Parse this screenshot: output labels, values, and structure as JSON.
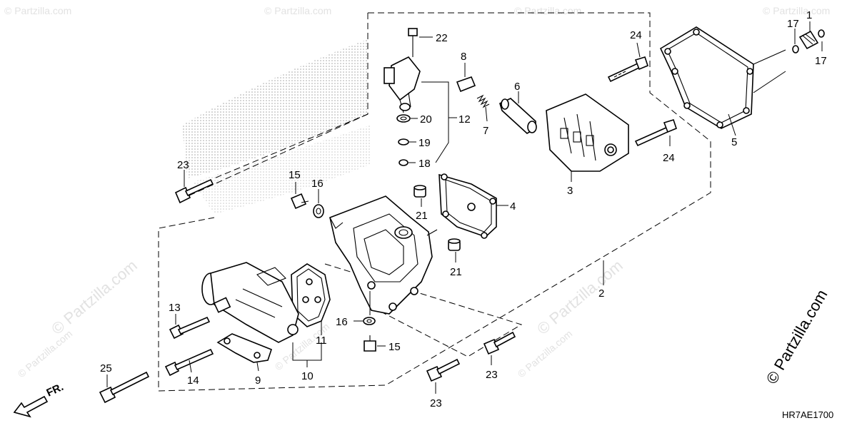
{
  "diagram": {
    "code": "HR7AE1700",
    "fr_label": "FR.",
    "watermark_big": "© Partzilla.com",
    "watermark_small": "© Partzilla.com",
    "callouts": [
      {
        "id": "c1",
        "label": "1"
      },
      {
        "id": "c2",
        "label": "2"
      },
      {
        "id": "c3",
        "label": "3"
      },
      {
        "id": "c4",
        "label": "4"
      },
      {
        "id": "c5",
        "label": "5"
      },
      {
        "id": "c6",
        "label": "6"
      },
      {
        "id": "c7",
        "label": "7"
      },
      {
        "id": "c8",
        "label": "8"
      },
      {
        "id": "c9",
        "label": "9"
      },
      {
        "id": "c10",
        "label": "10"
      },
      {
        "id": "c11",
        "label": "11"
      },
      {
        "id": "c12",
        "label": "12"
      },
      {
        "id": "c13",
        "label": "13"
      },
      {
        "id": "c14",
        "label": "14"
      },
      {
        "id": "c15a",
        "label": "15"
      },
      {
        "id": "c15b",
        "label": "15"
      },
      {
        "id": "c16a",
        "label": "16"
      },
      {
        "id": "c16b",
        "label": "16"
      },
      {
        "id": "c17a",
        "label": "17"
      },
      {
        "id": "c17b",
        "label": "17"
      },
      {
        "id": "c18",
        "label": "18"
      },
      {
        "id": "c19",
        "label": "19"
      },
      {
        "id": "c20",
        "label": "20"
      },
      {
        "id": "c21a",
        "label": "21"
      },
      {
        "id": "c21b",
        "label": "21"
      },
      {
        "id": "c22",
        "label": "22"
      },
      {
        "id": "c23a",
        "label": "23"
      },
      {
        "id": "c23b",
        "label": "23"
      },
      {
        "id": "c23c",
        "label": "23"
      },
      {
        "id": "c24a",
        "label": "24"
      },
      {
        "id": "c24b",
        "label": "24"
      },
      {
        "id": "c25",
        "label": "25"
      }
    ]
  }
}
